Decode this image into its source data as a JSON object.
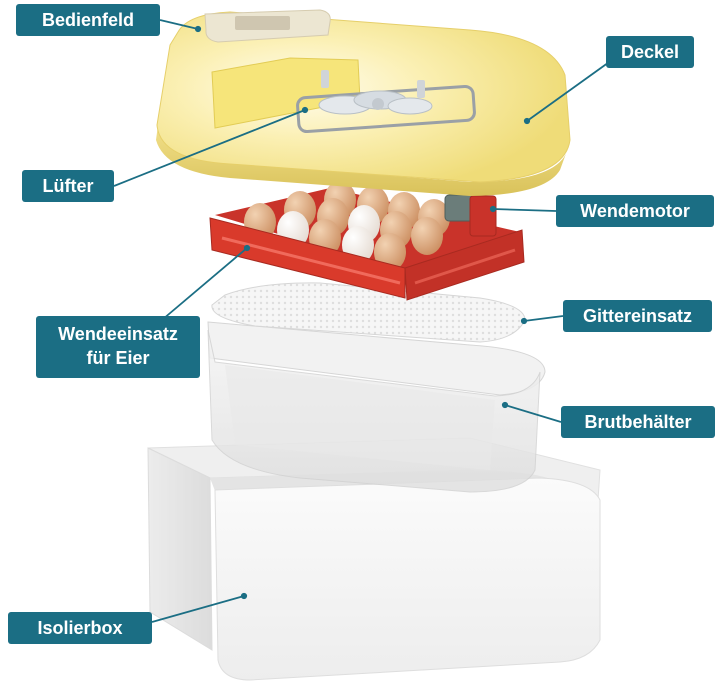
{
  "labels": {
    "bedienfeld": "Bedienfeld",
    "deckel": "Deckel",
    "luefter": "Lüfter",
    "wendemotor": "Wendemotor",
    "gittereinsatz": "Gittereinsatz",
    "wendeeinsatz_line1": "Wendeeinsatz",
    "wendeeinsatz_line2": "für Eier",
    "brutbehaelter": "Brutbehälter",
    "isolierbox": "Isolierbox"
  },
  "colors": {
    "label_bg": "#1b6e84",
    "label_text": "#ffffff",
    "leader_line": "#1b6e84",
    "lid_yellow": "#f4e48a",
    "tray_red": "#d93a2b",
    "egg_brown": "#d9a47a",
    "egg_white": "#f3ece6",
    "container_clear": "#eeeeee",
    "box_white": "#f7f7f7"
  }
}
